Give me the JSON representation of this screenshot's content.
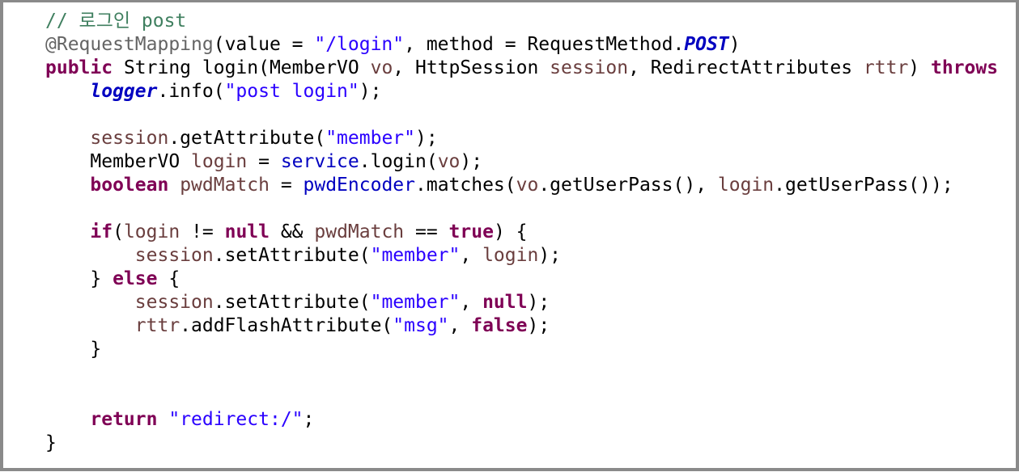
{
  "editor": {
    "lines": [
      [
        {
          "t": "// 로그인 post",
          "c": "cmt"
        }
      ],
      [
        {
          "t": "@RequestMapping",
          "c": "ann"
        },
        {
          "t": "(value = ",
          "c": "plain"
        },
        {
          "t": "\"/login\"",
          "c": "str"
        },
        {
          "t": ", method = RequestMethod.",
          "c": "plain"
        },
        {
          "t": "POST",
          "c": "const"
        },
        {
          "t": ")",
          "c": "plain"
        }
      ],
      [
        {
          "t": "public",
          "c": "kw"
        },
        {
          "t": " String login(MemberVO ",
          "c": "plain"
        },
        {
          "t": "vo",
          "c": "var"
        },
        {
          "t": ", HttpSession ",
          "c": "plain"
        },
        {
          "t": "session",
          "c": "var"
        },
        {
          "t": ", RedirectAttributes ",
          "c": "plain"
        },
        {
          "t": "rttr",
          "c": "var"
        },
        {
          "t": ") ",
          "c": "plain"
        },
        {
          "t": "throws",
          "c": "kw"
        }
      ],
      [
        {
          "t": "    ",
          "c": "plain"
        },
        {
          "t": "logger",
          "c": "sfield"
        },
        {
          "t": ".info(",
          "c": "plain"
        },
        {
          "t": "\"post login\"",
          "c": "str"
        },
        {
          "t": ");",
          "c": "plain"
        }
      ],
      [],
      [
        {
          "t": "    ",
          "c": "plain"
        },
        {
          "t": "session",
          "c": "var"
        },
        {
          "t": ".getAttribute(",
          "c": "plain"
        },
        {
          "t": "\"member\"",
          "c": "str"
        },
        {
          "t": ");",
          "c": "plain"
        }
      ],
      [
        {
          "t": "    MemberVO ",
          "c": "plain"
        },
        {
          "t": "login",
          "c": "var"
        },
        {
          "t": " = ",
          "c": "plain"
        },
        {
          "t": "service",
          "c": "field"
        },
        {
          "t": ".login(",
          "c": "plain"
        },
        {
          "t": "vo",
          "c": "var"
        },
        {
          "t": ");",
          "c": "plain"
        }
      ],
      [
        {
          "t": "    ",
          "c": "plain"
        },
        {
          "t": "boolean",
          "c": "kw"
        },
        {
          "t": " ",
          "c": "plain"
        },
        {
          "t": "pwdMatch",
          "c": "var"
        },
        {
          "t": " = ",
          "c": "plain"
        },
        {
          "t": "pwdEncoder",
          "c": "field"
        },
        {
          "t": ".matches(",
          "c": "plain"
        },
        {
          "t": "vo",
          "c": "var"
        },
        {
          "t": ".getUserPass(), ",
          "c": "plain"
        },
        {
          "t": "login",
          "c": "var"
        },
        {
          "t": ".getUserPass());",
          "c": "plain"
        }
      ],
      [],
      [
        {
          "t": "    ",
          "c": "plain"
        },
        {
          "t": "if",
          "c": "kw"
        },
        {
          "t": "(",
          "c": "plain"
        },
        {
          "t": "login",
          "c": "var"
        },
        {
          "t": " != ",
          "c": "plain"
        },
        {
          "t": "null",
          "c": "kw"
        },
        {
          "t": " && ",
          "c": "plain"
        },
        {
          "t": "pwdMatch",
          "c": "var"
        },
        {
          "t": " == ",
          "c": "plain"
        },
        {
          "t": "true",
          "c": "kw"
        },
        {
          "t": ") {",
          "c": "plain"
        }
      ],
      [
        {
          "t": "        ",
          "c": "plain"
        },
        {
          "t": "session",
          "c": "var"
        },
        {
          "t": ".setAttribute(",
          "c": "plain"
        },
        {
          "t": "\"member\"",
          "c": "str"
        },
        {
          "t": ", ",
          "c": "plain"
        },
        {
          "t": "login",
          "c": "var"
        },
        {
          "t": ");",
          "c": "plain"
        }
      ],
      [
        {
          "t": "    } ",
          "c": "plain"
        },
        {
          "t": "else",
          "c": "kw"
        },
        {
          "t": " {",
          "c": "plain"
        }
      ],
      [
        {
          "t": "        ",
          "c": "plain"
        },
        {
          "t": "session",
          "c": "var"
        },
        {
          "t": ".setAttribute(",
          "c": "plain"
        },
        {
          "t": "\"member\"",
          "c": "str"
        },
        {
          "t": ", ",
          "c": "plain"
        },
        {
          "t": "null",
          "c": "kw"
        },
        {
          "t": ");",
          "c": "plain"
        }
      ],
      [
        {
          "t": "        ",
          "c": "plain"
        },
        {
          "t": "rttr",
          "c": "var"
        },
        {
          "t": ".addFlashAttribute(",
          "c": "plain"
        },
        {
          "t": "\"msg\"",
          "c": "str"
        },
        {
          "t": ", ",
          "c": "plain"
        },
        {
          "t": "false",
          "c": "kw"
        },
        {
          "t": ");",
          "c": "plain"
        }
      ],
      [
        {
          "t": "    }",
          "c": "plain"
        }
      ],
      [],
      [],
      [
        {
          "t": "    ",
          "c": "plain"
        },
        {
          "t": "return",
          "c": "kw"
        },
        {
          "t": " ",
          "c": "plain"
        },
        {
          "t": "\"redirect:/\"",
          "c": "str"
        },
        {
          "t": ";",
          "c": "plain"
        }
      ],
      [
        {
          "t": "}",
          "c": "plain"
        }
      ]
    ]
  }
}
